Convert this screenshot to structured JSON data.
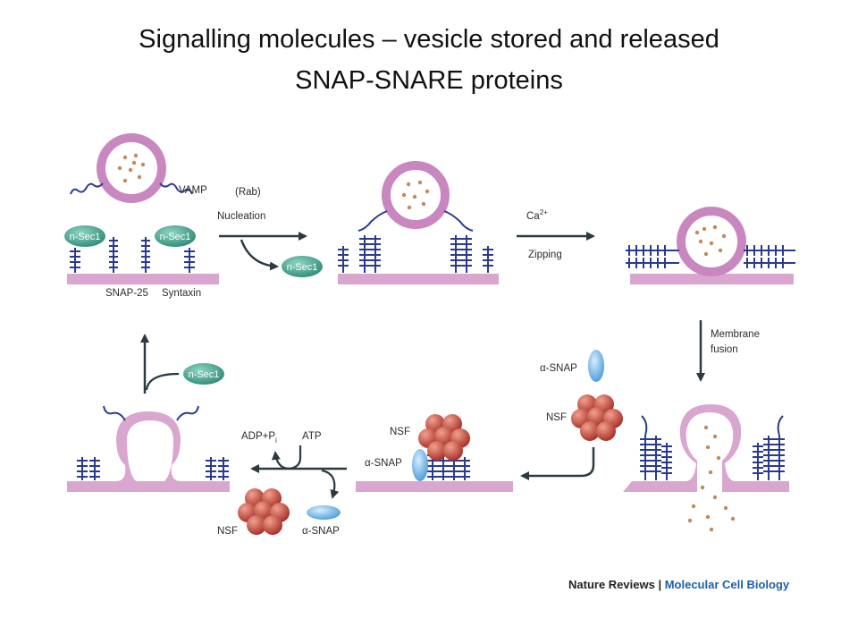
{
  "title": {
    "line1": "Signalling molecules – vesicle stored and released",
    "line2": "SNAP-SNARE proteins"
  },
  "labels": {
    "vamp": "VAMP",
    "rab": "(Rab)",
    "nucleation": "Nucleation",
    "snap25": "SNAP-25",
    "syntaxin": "Syntaxin",
    "nsec1": "n-Sec1",
    "ca_base": "Ca",
    "ca_sup": "2+",
    "zipping": "Zipping",
    "membrane": "Membrane",
    "fusion": "fusion",
    "alpha_snap": "α-SNAP",
    "nsf": "NSF",
    "atp": "ATP",
    "adp_base": "ADP+P",
    "adp_sub": "i"
  },
  "credit": {
    "publisher": "Nature Reviews",
    "separator": " | ",
    "journal": "Molecular Cell Biology"
  },
  "colors": {
    "membrane": "#d9a6cf",
    "vesicle_ring": "#c987bf",
    "cargo_dot": "#c08a5c",
    "coil": "#2a3b8f",
    "nsec1": "#3e9c88",
    "nsf": "#c0463a",
    "alpha_snap": "#6aaee0",
    "arrow": "#2b3a40"
  }
}
